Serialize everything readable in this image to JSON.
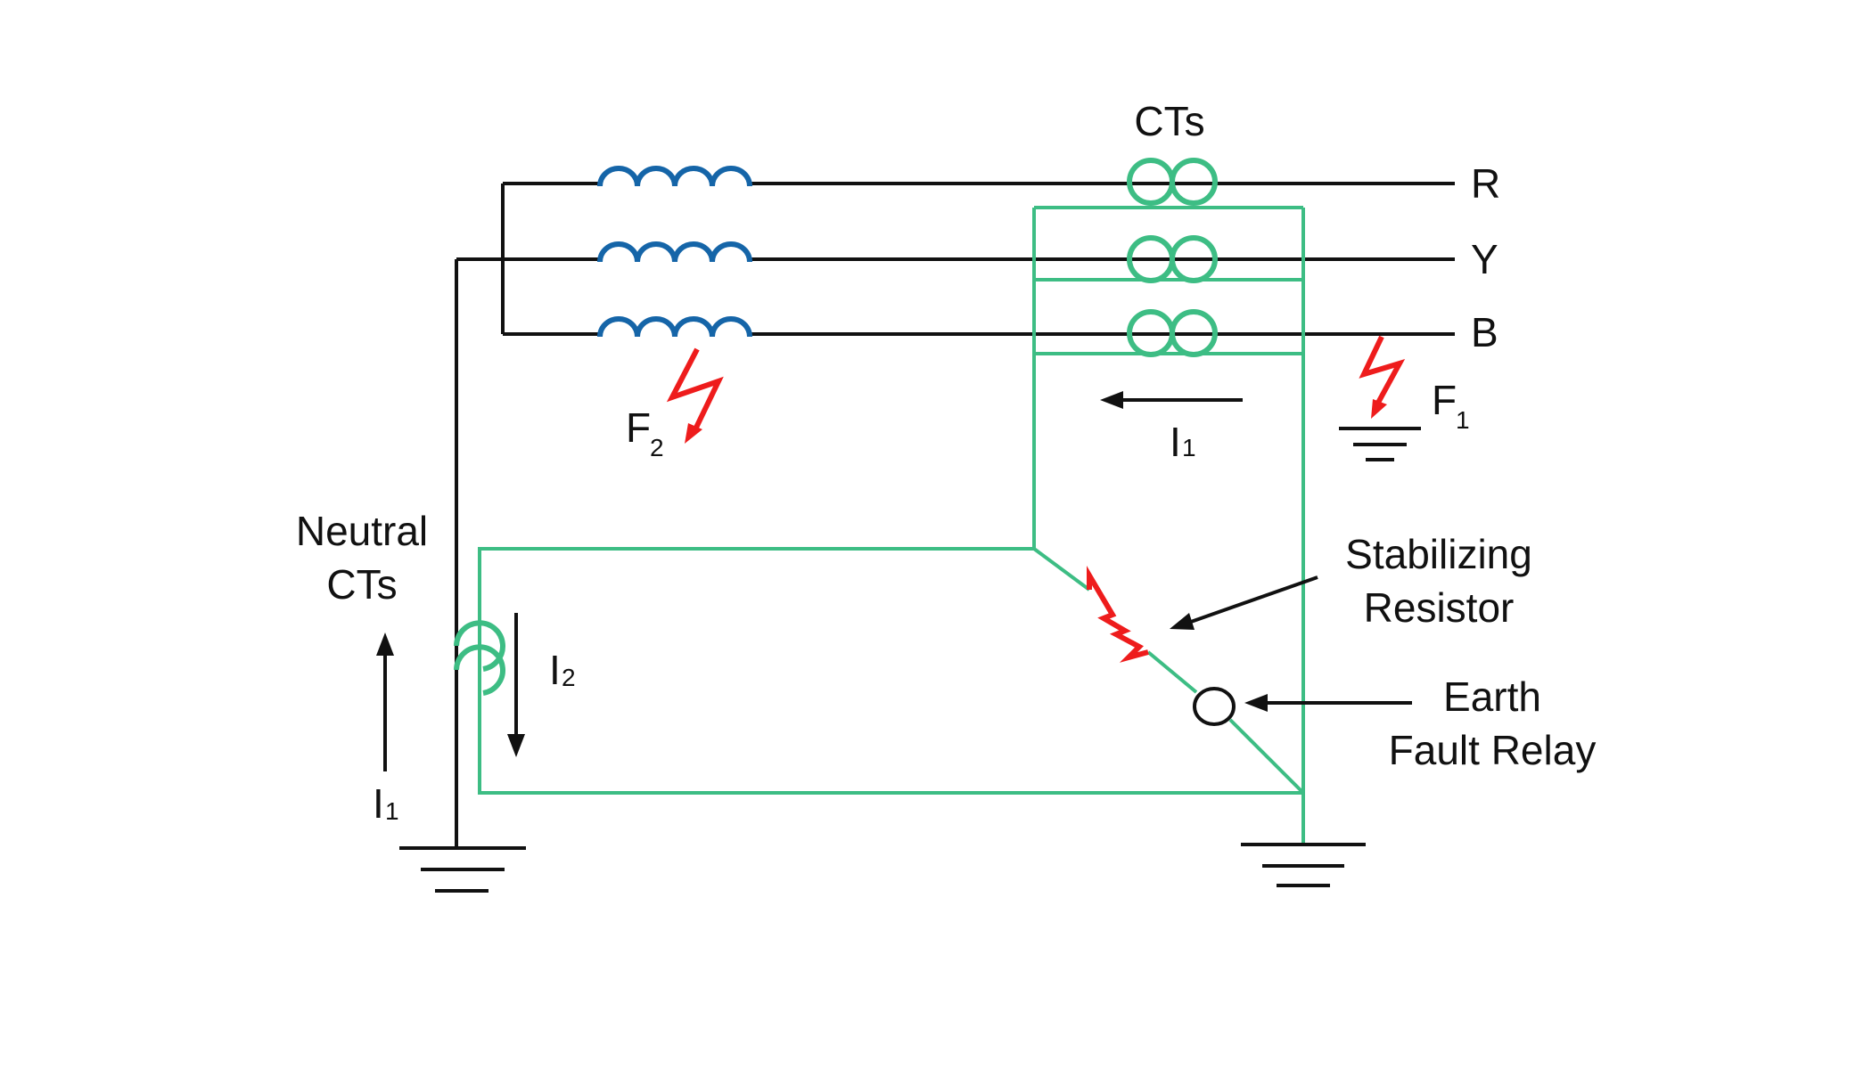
{
  "labels": {
    "cts": "CTs",
    "phase_r": "R",
    "phase_y": "Y",
    "phase_b": "B",
    "fault_1": "F",
    "fault_1_sub": "1",
    "fault_2": "F",
    "fault_2_sub": "2",
    "current_1_top": "I",
    "current_1_top_sub": "1",
    "current_1_left": "I",
    "current_1_left_sub": "1",
    "current_2": "I",
    "current_2_sub": "2",
    "neutral_cts_line1": "Neutral",
    "neutral_cts_line2": "CTs",
    "stabilizing_resistor_line1": "Stabilizing",
    "stabilizing_resistor_line2": "Resistor",
    "earth_fault_relay_line1": "Earth",
    "earth_fault_relay_line2": "Fault Relay"
  },
  "colors": {
    "conductor": "#111111",
    "winding": "#1565a8",
    "ct_circuit": "#3dbd84",
    "fault": "#ee1c1c",
    "resistor": "#ee1c1c"
  },
  "icons": [
    "winding-coil",
    "current-transformer",
    "ground-symbol",
    "fault-lightning",
    "resistor-zigzag",
    "relay-circle"
  ]
}
